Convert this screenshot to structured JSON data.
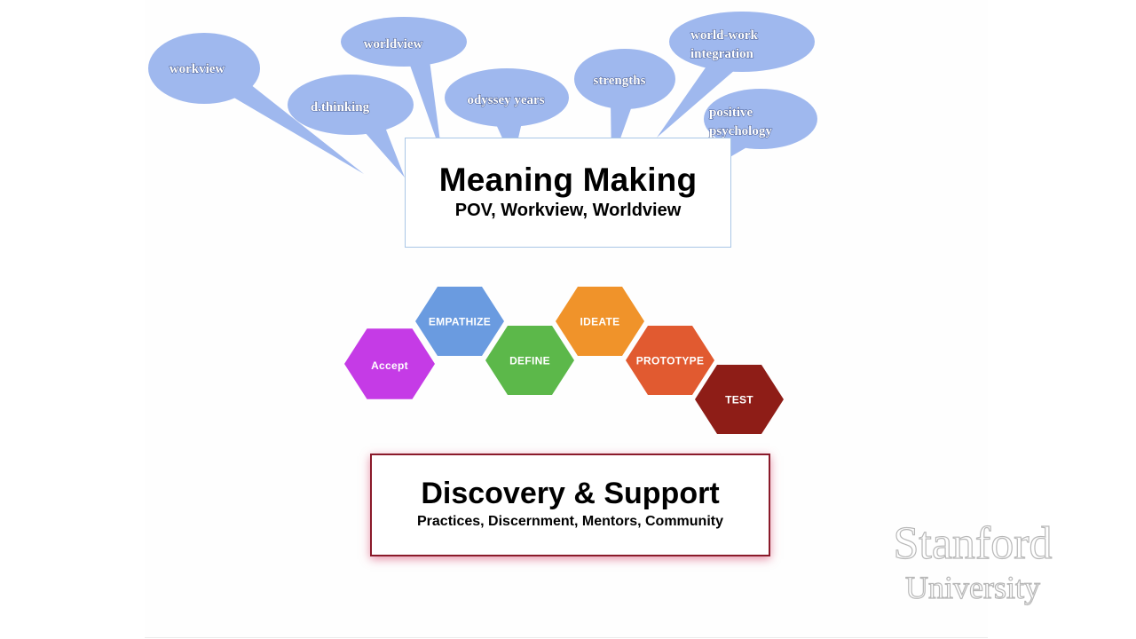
{
  "bubbles": [
    {
      "id": "workview",
      "lines": [
        "workview"
      ]
    },
    {
      "id": "dthinking",
      "lines": [
        "d.thinking"
      ]
    },
    {
      "id": "worldview",
      "lines": [
        "worldview"
      ]
    },
    {
      "id": "odyssey",
      "lines": [
        "odyssey years"
      ]
    },
    {
      "id": "strengths",
      "lines": [
        "strengths"
      ]
    },
    {
      "id": "worldwork",
      "lines": [
        "world-work",
        "integration"
      ]
    },
    {
      "id": "positive",
      "lines": [
        "positive",
        "psychology"
      ]
    }
  ],
  "meaning": {
    "title": "Meaning Making",
    "subtitle": "POV, Workview, Worldview"
  },
  "hexagons": [
    {
      "id": "accept",
      "label": "Accept",
      "color": "#c53be6"
    },
    {
      "id": "empathize",
      "label": "EMPATHIZE",
      "color": "#6a9be0"
    },
    {
      "id": "define",
      "label": "DEFINE",
      "color": "#5cb84a"
    },
    {
      "id": "ideate",
      "label": "IDEATE",
      "color": "#f0932a"
    },
    {
      "id": "prototype",
      "label": "PROTOTYPE",
      "color": "#e15a30"
    },
    {
      "id": "test",
      "label": "TEST",
      "color": "#8e1d17"
    }
  ],
  "discovery": {
    "title": "Discovery & Support",
    "subtitle": "Practices, Discernment, Mentors,  Community"
  },
  "watermark": {
    "line1": "Stanford",
    "line2": "University"
  }
}
